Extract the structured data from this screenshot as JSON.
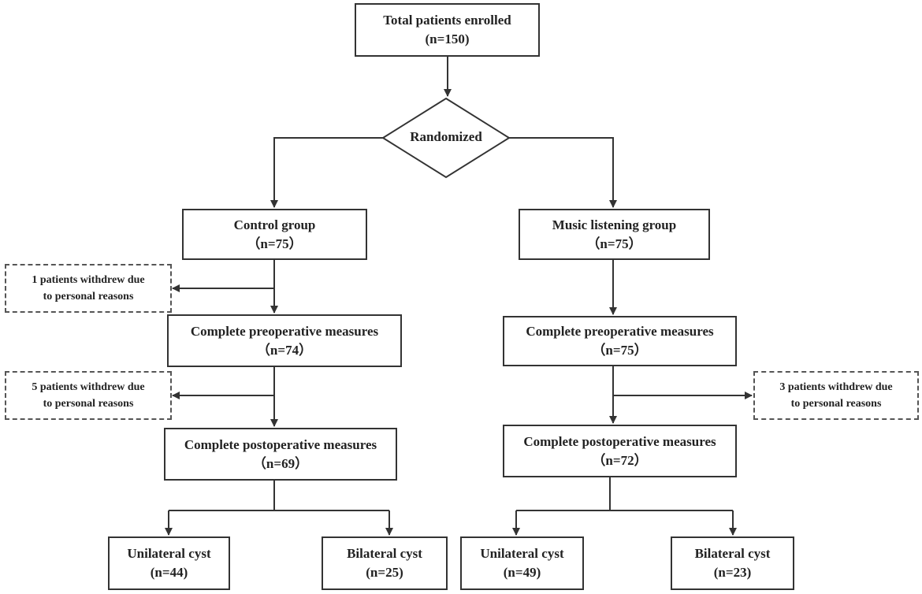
{
  "nodes": {
    "total": {
      "title": "Total patients enrolled",
      "count": "(n=150)"
    },
    "randomized": {
      "label": "Randomized"
    },
    "control": {
      "title": "Control group",
      "count": "（n=75）"
    },
    "music": {
      "title": "Music listening group",
      "count": "（n=75）"
    },
    "control_withdraw_1": {
      "line1": "1 patients  withdrew due",
      "line2": "to personal reasons"
    },
    "control_preop": {
      "title": "Complete preoperative measures",
      "count": "（n=74）"
    },
    "music_preop": {
      "title": "Complete preoperative measures",
      "count": "（n=75）"
    },
    "control_withdraw_2": {
      "line1": "5 patients  withdrew due",
      "line2": "to personal reasons"
    },
    "music_withdraw": {
      "line1": "3 patients  withdrew due",
      "line2": "to personal reasons"
    },
    "control_postop": {
      "title": "Complete postoperative measures",
      "count": "（n=69）"
    },
    "music_postop": {
      "title": "Complete postoperative measures",
      "count": "（n=72）"
    },
    "control_unilateral": {
      "title": "Unilateral cyst",
      "count": "(n=44)"
    },
    "control_bilateral": {
      "title": "Bilateral cyst",
      "count": "(n=25)"
    },
    "music_unilateral": {
      "title": "Unilateral cyst",
      "count": "(n=49)"
    },
    "music_bilateral": {
      "title": "Bilateral cyst",
      "count": "(n=23)"
    }
  }
}
